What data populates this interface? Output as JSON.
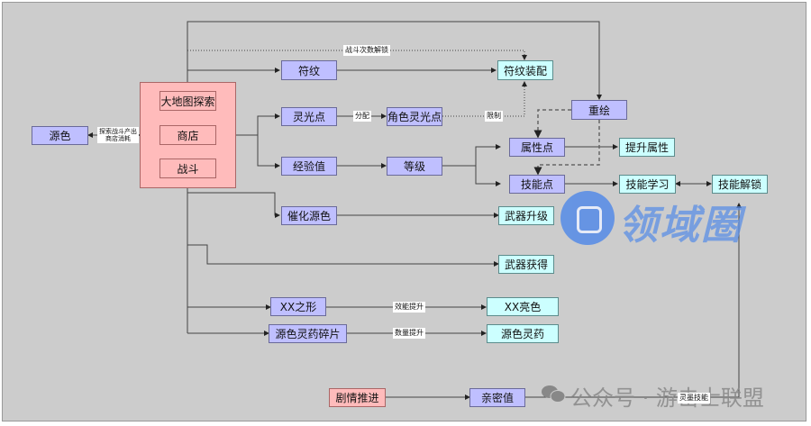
{
  "diagram": {
    "nodes": {
      "yuanse": "源色",
      "map_explore": "大地图探索",
      "shop": "商店",
      "battle": "战斗",
      "fuwen": "符纹",
      "fuwen_equip": "符纹装配",
      "lingguang": "灵光点",
      "role_lingguang": "角色灵光点",
      "chonghui": "重绘",
      "exp": "经验值",
      "level": "等级",
      "attr_point": "属性点",
      "attr_up": "提升属性",
      "skill_point": "技能点",
      "skill_learn": "技能学习",
      "skill_unlock": "技能解锁",
      "catalyst": "催化源色",
      "weapon_upgrade": "武器升级",
      "weapon_get": "武器获得",
      "xx_form": "XX之形",
      "xx_color": "XX亮色",
      "potion_frag": "源色灵药碎片",
      "potion": "源色灵药",
      "story": "剧情推进",
      "intimacy": "亲密值"
    },
    "edge_labels": {
      "explore_battle": "探索战斗产出\n商店消耗",
      "battle_unlock": "战斗次数解锁",
      "allocate": "分配",
      "limit": "限制",
      "efficiency": "效能提升",
      "quantity": "数量提升",
      "skill_obtain": "灵墨技能"
    },
    "legend_colors": {
      "source": "#ffbbbb",
      "resource": "#bfbfff",
      "result": "#ccffff"
    }
  },
  "watermarks": {
    "logo_text": "领域圈",
    "channel_text": "公众号 · 游击士联盟"
  }
}
